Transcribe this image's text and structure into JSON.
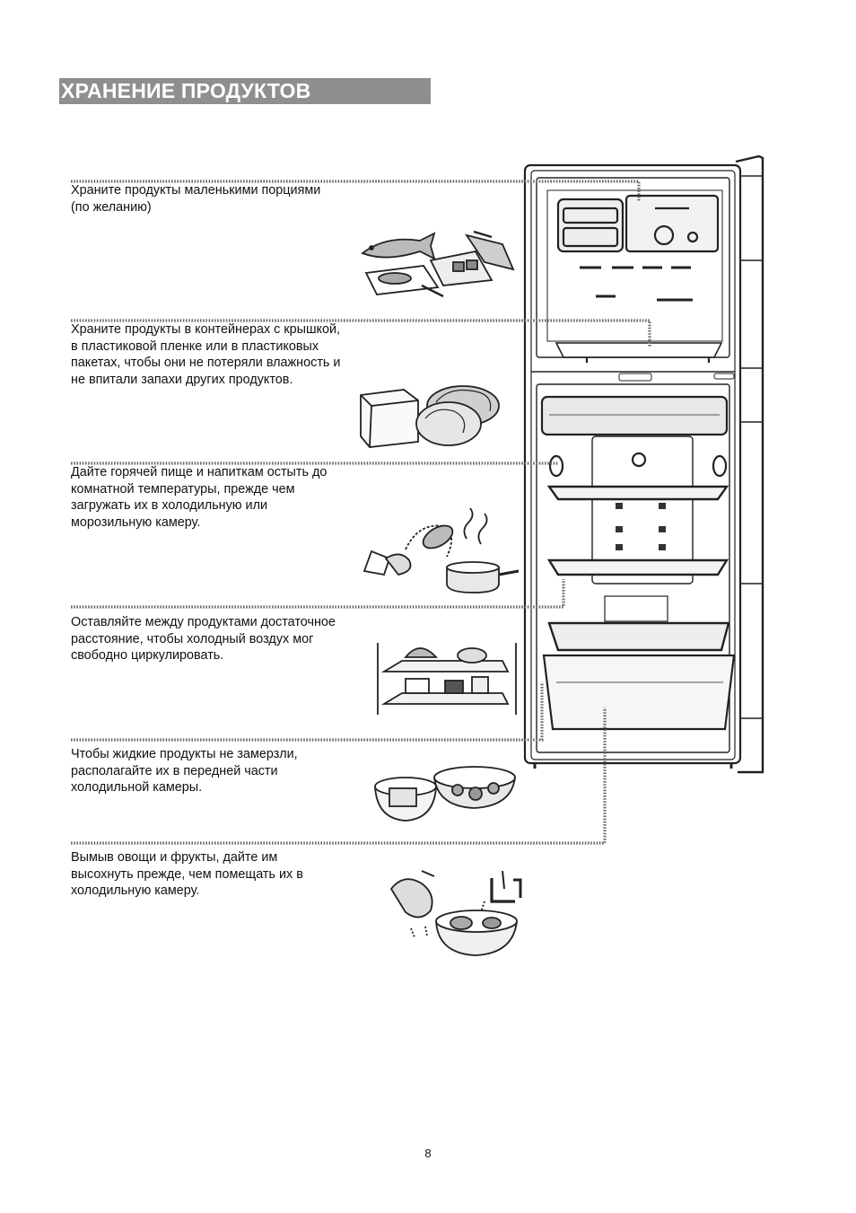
{
  "header": {
    "title": "ХРАНЕНИЕ ПРОДУКТОВ"
  },
  "tips": [
    {
      "text": "Храните продукты маленькими порциями\n(по желанию)"
    },
    {
      "text": "Храните продукты в контейнерах с крышкой,\nв пластиковой пленке или в пластиковых\nпакетах, чтобы они не потеряли влажность и\nне впитали запахи других продуктов."
    },
    {
      "text": "Дайте горячей пище и напиткам остыть до\nкомнатной температуры, прежде чем\nзагружать их в холодильную или\nморозильную камеру."
    },
    {
      "text": "Оставляйте между продуктами достаточное\nрасстояние, чтобы холодный воздух мог\nсвободно циркулировать."
    },
    {
      "text": "Чтобы жидкие продукты не замерзли,\nрасполагайте их в передней части\nхолодильной камеры."
    },
    {
      "text": "Вымыв овощи и фрукты, дайте им\nвысохнуть прежде, чем помещать их в\nхолодильную камеру."
    }
  ],
  "footer": {
    "page_number": "8"
  },
  "colors": {
    "header_bg": "#8f8f8f",
    "line": "#6a6a6a",
    "ink": "#222222"
  }
}
